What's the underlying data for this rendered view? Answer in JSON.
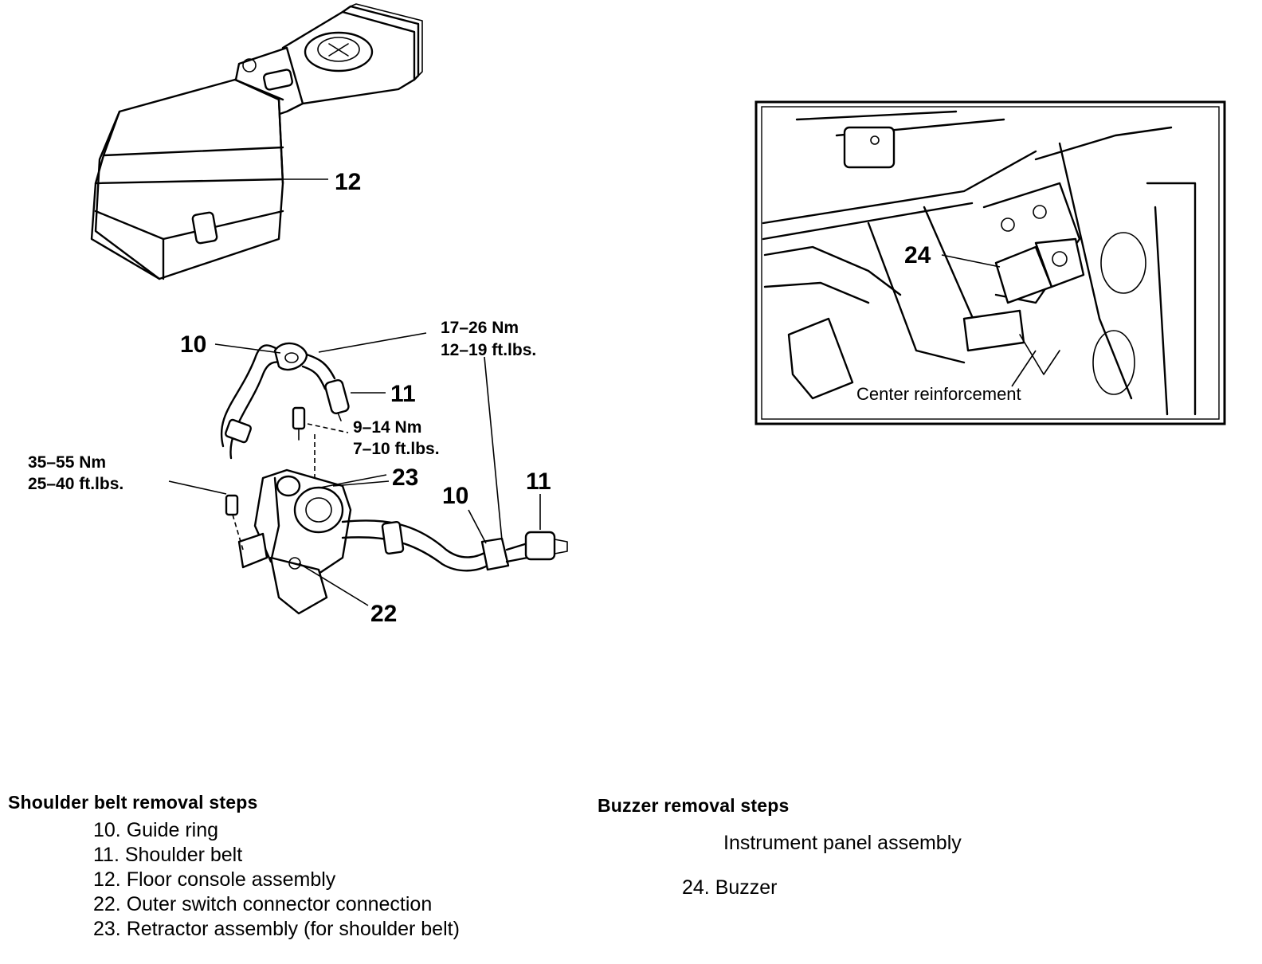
{
  "callouts": {
    "console": "12",
    "guide_ring_top": "10",
    "belt_top": "11",
    "torque_top_nm": "17–26 Nm",
    "torque_top_ft": "12–19 ft.lbs.",
    "torque_mid_nm": "9–14 Nm",
    "torque_mid_ft": "7–10 ft.lbs.",
    "torque_left_nm": "35–55 Nm",
    "torque_left_ft": "25–40 ft.lbs.",
    "retractor": "23",
    "guide_ring_right": "10",
    "belt_right": "11",
    "connector": "22",
    "buzzer": "24",
    "center_reinforcement": "Center reinforcement"
  },
  "shoulder_steps": {
    "title": "Shoulder belt removal steps",
    "items": [
      "10. Guide ring",
      "11. Shoulder belt",
      "12. Floor console assembly",
      "22. Outer switch connector connection",
      "23. Retractor assembly (for shoulder belt)"
    ]
  },
  "buzzer_steps": {
    "title": "Buzzer removal steps",
    "pre": "Instrument panel assembly",
    "item": "24. Buzzer"
  }
}
